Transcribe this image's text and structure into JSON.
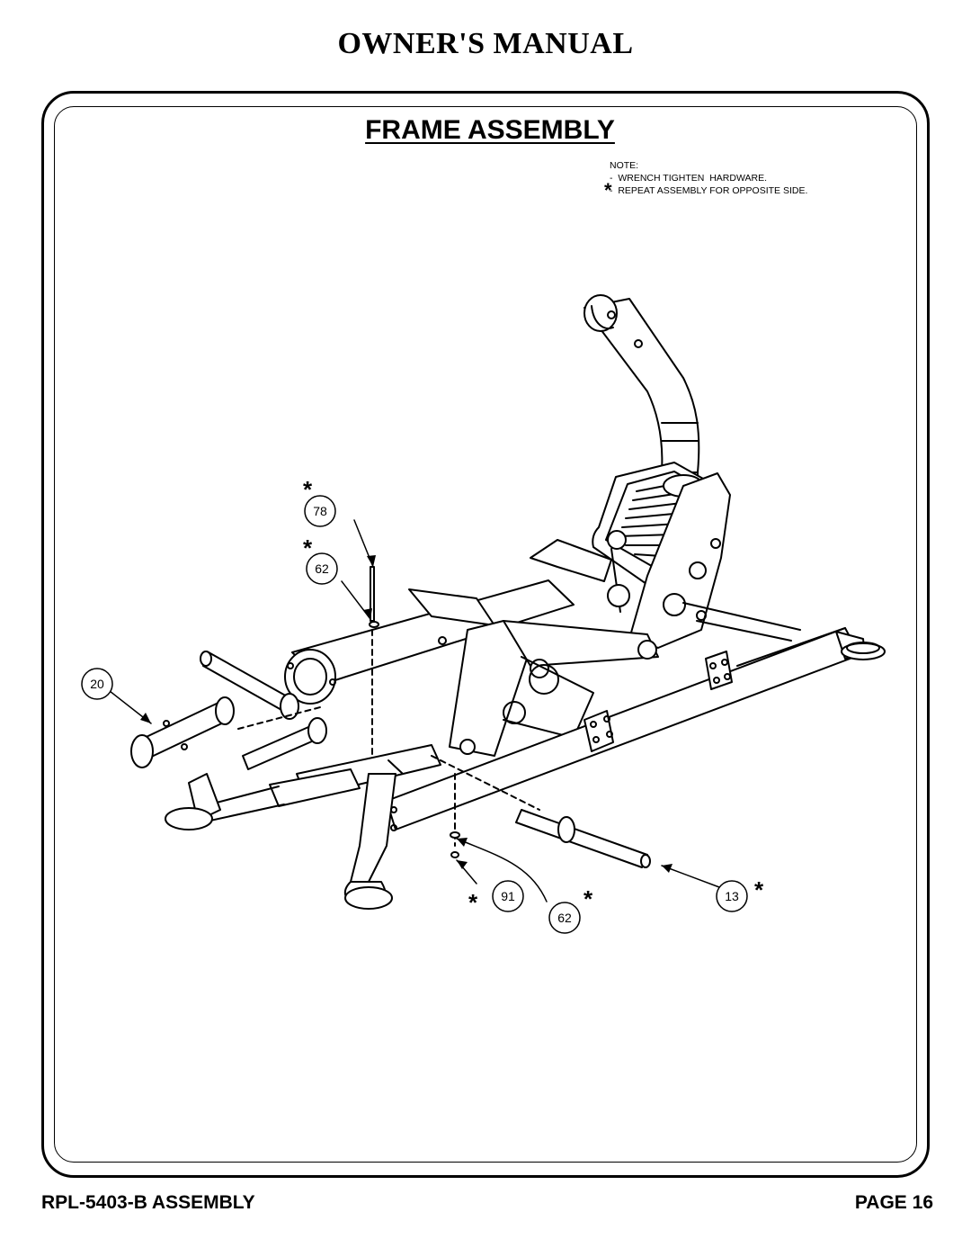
{
  "header": {
    "title": "OWNER'S MANUAL"
  },
  "section": {
    "title": "FRAME ASSEMBLY"
  },
  "note": {
    "heading": "NOTE:",
    "lines": [
      "-  WRENCH TIGHTEN  HARDWARE.",
      "-  REPEAT ASSEMBLY FOR OPPOSITE SIDE."
    ],
    "star": "*"
  },
  "callouts": [
    {
      "label": "78",
      "starred": true
    },
    {
      "label": "62",
      "starred": true
    },
    {
      "label": "20",
      "starred": false
    },
    {
      "label": "91",
      "starred": true
    },
    {
      "label": "62",
      "starred": true
    },
    {
      "label": "13",
      "starred": true
    }
  ],
  "footer": {
    "model": "RPL-5403-B ASSEMBLY",
    "page": "PAGE 16"
  }
}
